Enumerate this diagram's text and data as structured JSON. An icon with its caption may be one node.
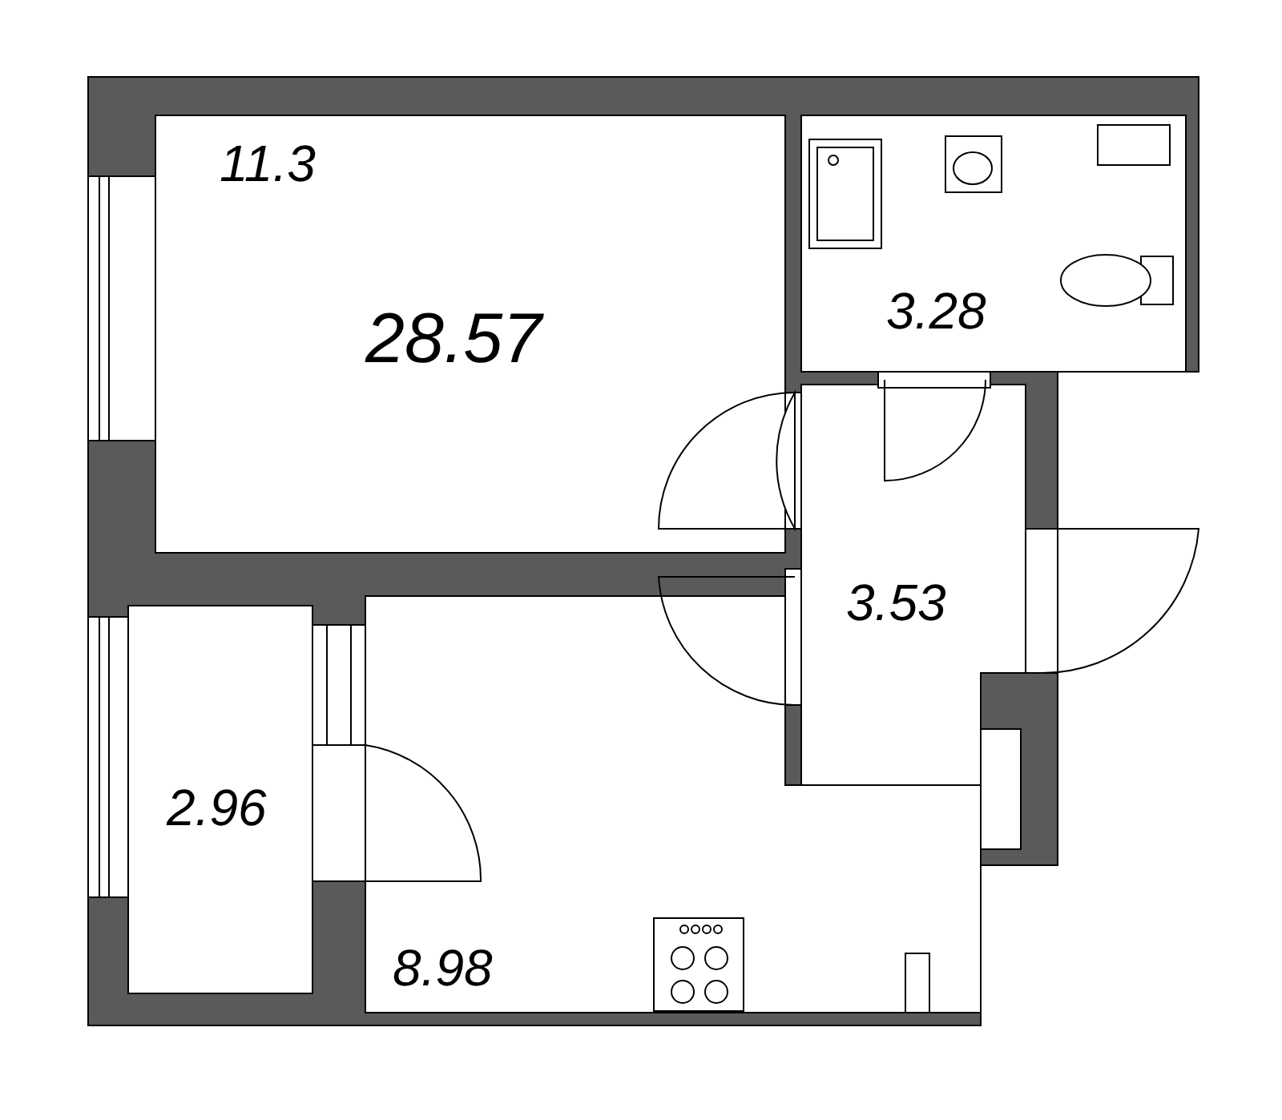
{
  "diagram": {
    "labels": [
      "11.3",
      "28.57",
      "3.28",
      "3.53",
      "2.96",
      "8.98"
    ]
  }
}
